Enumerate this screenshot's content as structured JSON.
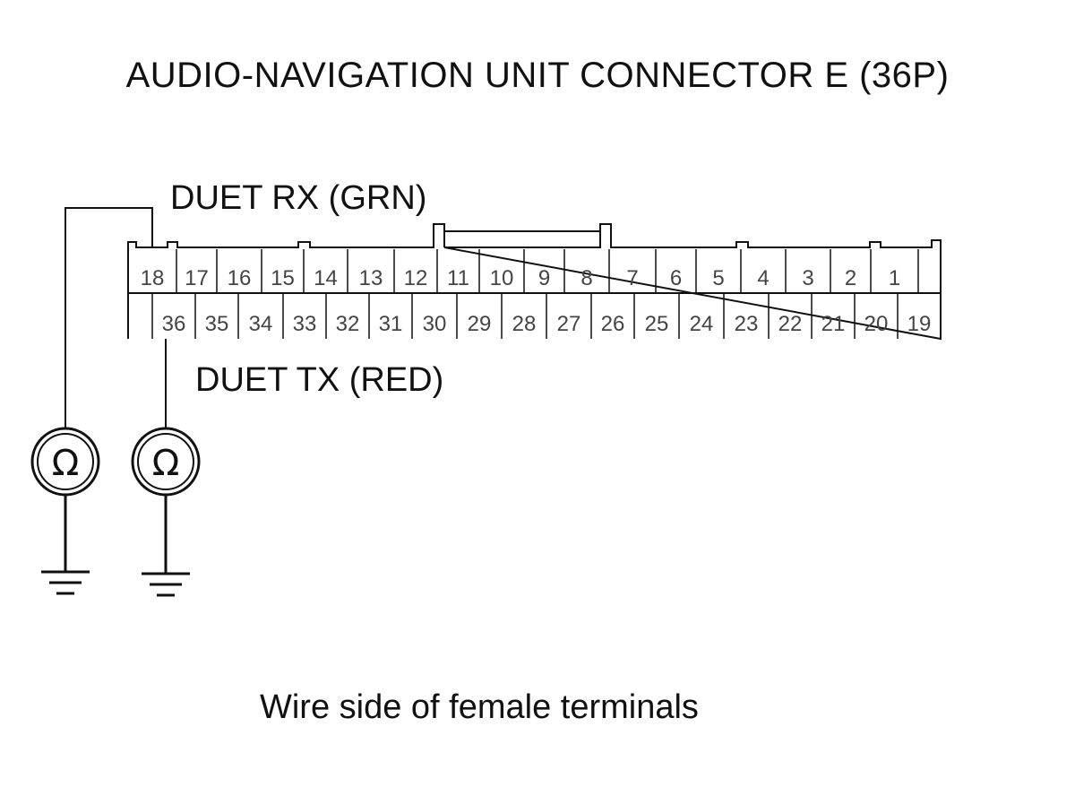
{
  "title": "AUDIO-NAVIGATION UNIT CONNECTOR E (36P)",
  "labels": {
    "rx": "DUET RX (GRN)",
    "tx": "DUET TX (RED)"
  },
  "footer": "Wire side of female terminals",
  "connector": {
    "top_row": [
      "18",
      "17",
      "16",
      "15",
      "14",
      "13",
      "12",
      "11",
      "10",
      "9",
      "8",
      "7",
      "6",
      "5",
      "4",
      "3",
      "2",
      "1",
      ""
    ],
    "bottom_row": [
      "",
      "36",
      "35",
      "34",
      "33",
      "32",
      "31",
      "30",
      "29",
      "28",
      "27",
      "26",
      "25",
      "24",
      "23",
      "22",
      "21",
      "20",
      "19"
    ]
  },
  "meter_symbol": "Ω",
  "colors": {
    "line": "#111111",
    "pin_text": "#444444"
  }
}
